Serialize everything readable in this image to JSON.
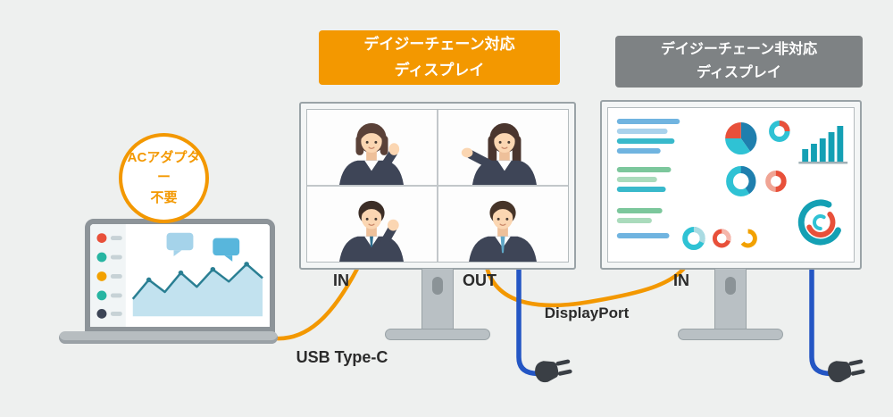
{
  "colors": {
    "background": "#eef0ef",
    "accent_orange": "#f39800",
    "label_gray": "#7e8284",
    "cable_blue": "#2456c4",
    "text_dark": "#2b2b2b"
  },
  "ac_badge": {
    "line1": "ACアダプター",
    "line2": "不要"
  },
  "monitor_daisy": {
    "label_line1": "デイジーチェーン対応",
    "label_line2": "ディスプレイ"
  },
  "monitor_non_daisy": {
    "label_line1": "デイジーチェーン非対応",
    "label_line2": "ディスプレイ"
  },
  "ports": {
    "daisy_in": "IN",
    "daisy_out": "OUT",
    "non_daisy_in": "IN"
  },
  "cable_labels": {
    "usb": "USB Type-C",
    "displayport": "DisplayPort"
  },
  "illustrations": {
    "laptop": "laptop-with-dashboard",
    "daisy_monitor": "video-conference-4-participants",
    "non_daisy_monitor": "analytics-dashboard-charts",
    "power_plug": "power-plug-icon"
  }
}
